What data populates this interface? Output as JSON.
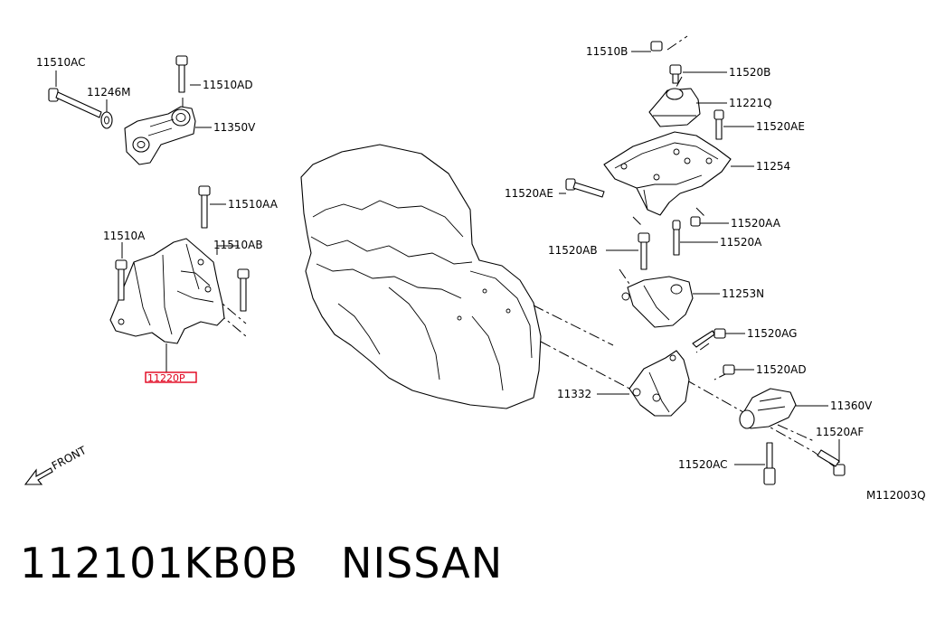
{
  "labels": {
    "l_11510AC": "11510AC",
    "l_11246M": "11246M",
    "l_11510AD": "11510AD",
    "l_11350V": "11350V",
    "l_11510AA": "11510AA",
    "l_11510A": "11510A",
    "l_11510AB": "11510AB",
    "l_11220P": "11220P",
    "l_11510B": "11510B",
    "l_11520B": "11520B",
    "l_11221Q": "11221Q",
    "l_11520AE_1": "11520AE",
    "l_11254": "11254",
    "l_11520AE_2": "11520AE",
    "l_11520AA": "11520AA",
    "l_11520AB": "11520AB",
    "l_11520A": "11520A",
    "l_11253N": "11253N",
    "l_11520AG": "11520AG",
    "l_11520AD": "11520AD",
    "l_11332": "11332",
    "l_11360V": "11360V",
    "l_11520AF": "11520AF",
    "l_11520AC": "11520AC"
  },
  "front_label": "FRONT",
  "diagram_code": "M112003Q",
  "footer": {
    "part_number": "112101KB0B",
    "brand": "NISSAN"
  },
  "highlight_color": "#e0001b"
}
